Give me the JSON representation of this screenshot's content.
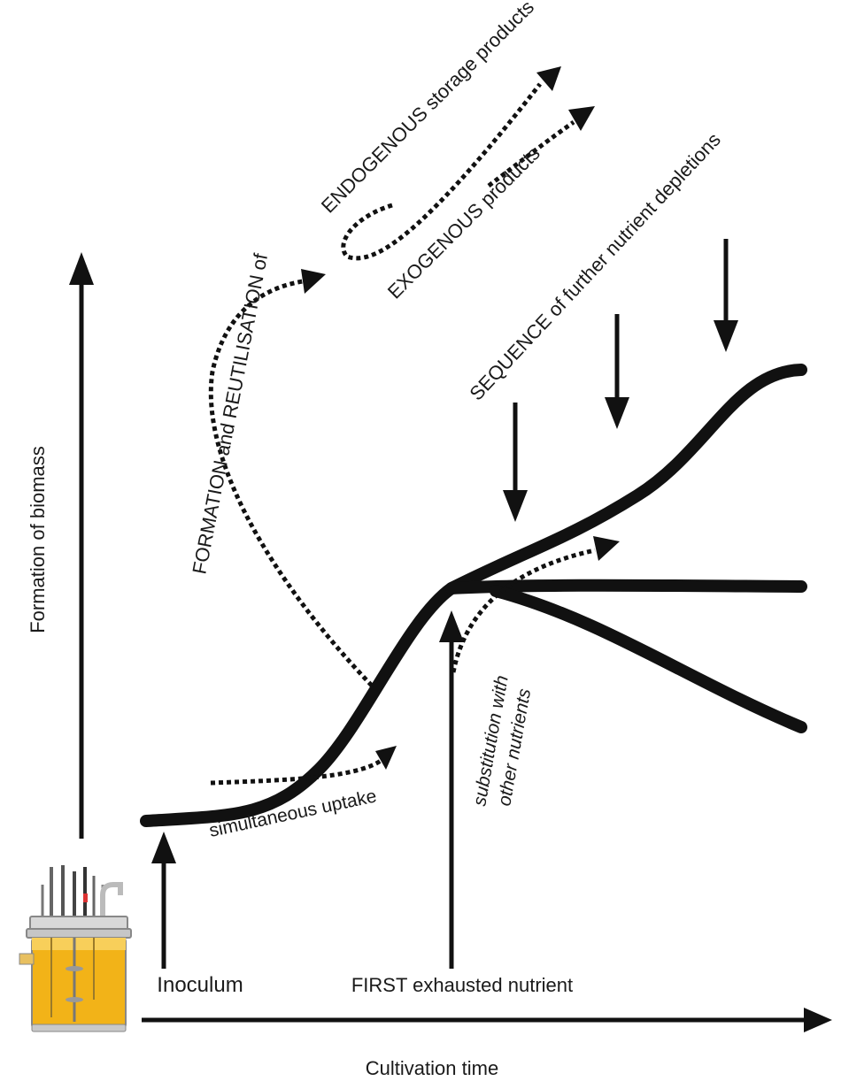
{
  "axes": {
    "x_label": "Cultivation time",
    "y_label": "Formation of biomass"
  },
  "labels": {
    "inoculum": "Inoculum",
    "first_exhausted": "FIRST exhausted nutrient",
    "simultaneous_uptake": "simultaneous uptake",
    "substitution_line1": "substitution with",
    "substitution_line2": "other nutrients",
    "formation_reutilisation": "FORMATION and REUTILISATION  of",
    "endogenous": "ENDOGENOUS storage products",
    "exogenous": "EXOGENOUS products",
    "sequence": "SEQUENCE of further nutrient depletions"
  },
  "colors": {
    "line": "#111111",
    "background": "#ffffff",
    "broth": "#f2b318",
    "broth_light": "#f8cf5a"
  },
  "icons": {
    "bioreactor": "bioreactor-icon"
  }
}
